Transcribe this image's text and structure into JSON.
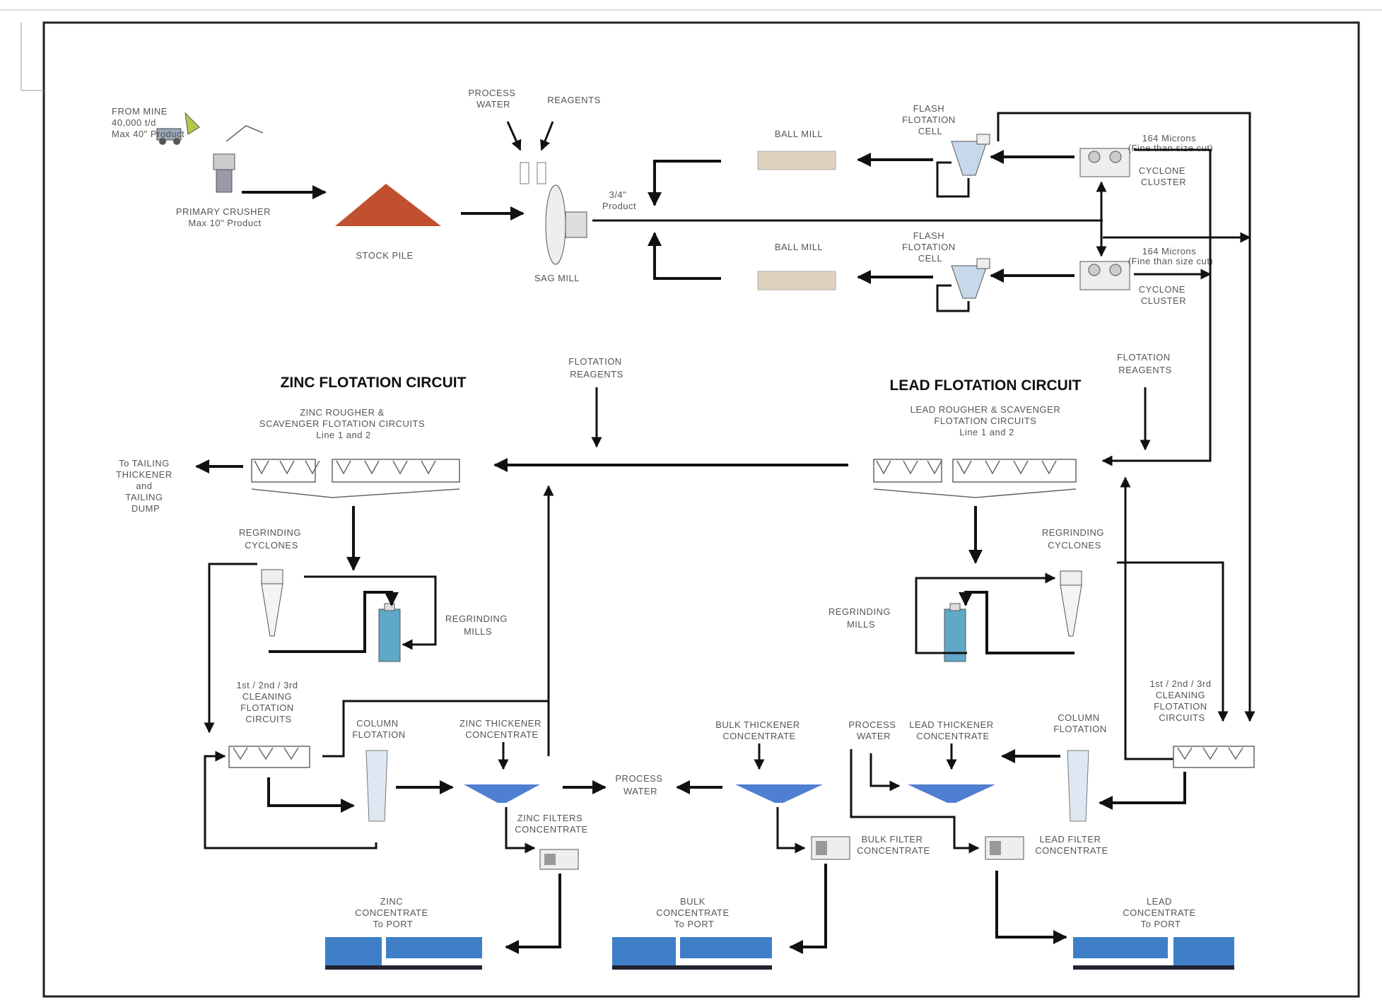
{
  "titles": {
    "zinc_circuit": "ZINC FLOTATION CIRCUIT",
    "lead_circuit": "LEAD FLOTATION CIRCUIT"
  },
  "labels": {
    "from_mine": [
      "FROM MINE",
      "40,000 t/d",
      "Max 40\" Product"
    ],
    "primary_crusher": [
      "PRIMARY CRUSHER",
      "Max 10\" Product"
    ],
    "stock_pile": "STOCK PILE",
    "process_water_top": [
      "PROCESS",
      "WATER"
    ],
    "reagents": "REAGENTS",
    "sag_mill": "SAG MILL",
    "sag_product": [
      "3/4\"",
      "Product"
    ],
    "ball_mill_1": "BALL MILL",
    "ball_mill_2": "BALL MILL",
    "flash_flotation_1": [
      "FLASH",
      "FLOTATION",
      "CELL"
    ],
    "flash_flotation_2": [
      "FLASH",
      "FLOTATION",
      "CELL"
    ],
    "cyclone_1_size": [
      "164 Microns",
      "(Fine than size cut)"
    ],
    "cyclone_1": [
      "CYCLONE",
      "CLUSTER"
    ],
    "cyclone_2_size": [
      "164 Microns",
      "(Fine than size cut)"
    ],
    "cyclone_2": [
      "CYCLONE",
      "CLUSTER"
    ],
    "flotation_reagents_zinc": [
      "FLOTATION",
      "REAGENTS"
    ],
    "flotation_reagents_lead": [
      "FLOTATION",
      "REAGENTS"
    ],
    "zinc_rougher": [
      "ZINC ROUGHER &",
      "SCAVENGER FLOTATION CIRCUITS",
      "Line 1 and 2"
    ],
    "lead_rougher": [
      "LEAD ROUGHER & SCAVENGER",
      "FLOTATION CIRCUITS",
      "Line 1 and 2"
    ],
    "to_tailing": [
      "To TAILING",
      "THICKENER",
      "and",
      "TAILING",
      "DUMP"
    ],
    "zinc_regrinding_cyclones": [
      "REGRINDING",
      "CYCLONES"
    ],
    "zinc_regrinding_mills": [
      "REGRINDING",
      "MILLS"
    ],
    "lead_regrinding_cyclones": [
      "REGRINDING",
      "CYCLONES"
    ],
    "lead_regrinding_mills": [
      "REGRINDING",
      "MILLS"
    ],
    "zinc_cleaning": [
      "1st / 2nd / 3rd",
      "CLEANING",
      "FLOTATION",
      "CIRCUITS"
    ],
    "lead_cleaning": [
      "1st / 2nd / 3rd",
      "CLEANING",
      "FLOTATION",
      "CIRCUITS"
    ],
    "zinc_column": [
      "COLUMN",
      "FLOTATION"
    ],
    "lead_column": [
      "COLUMN",
      "FLOTATION"
    ],
    "zinc_thickener": [
      "ZINC THICKENER",
      "CONCENTRATE"
    ],
    "bulk_thickener": [
      "BULK THICKENER",
      "CONCENTRATE"
    ],
    "lead_thickener": [
      "LEAD THICKENER",
      "CONCENTRATE"
    ],
    "process_water_mid": [
      "PROCESS",
      "WATER"
    ],
    "process_water_right": [
      "PROCESS",
      "WATER"
    ],
    "zinc_filter": [
      "ZINC FILTERS",
      "CONCENTRATE"
    ],
    "bulk_filter": [
      "BULK FILTER",
      "CONCENTRATE"
    ],
    "lead_filter": [
      "LEAD FILTER",
      "CONCENTRATE"
    ],
    "zinc_port": [
      "ZINC",
      "CONCENTRATE",
      "To PORT"
    ],
    "bulk_port": [
      "BULK",
      "CONCENTRATE",
      "To PORT"
    ],
    "lead_port": [
      "LEAD",
      "CONCENTRATE",
      "To PORT"
    ]
  },
  "colors": {
    "stockpile": "#c0502f",
    "thickener": "#4f7fd0",
    "train": "#3f7fc8",
    "water": "#5fa8c8",
    "line": "#111111"
  }
}
